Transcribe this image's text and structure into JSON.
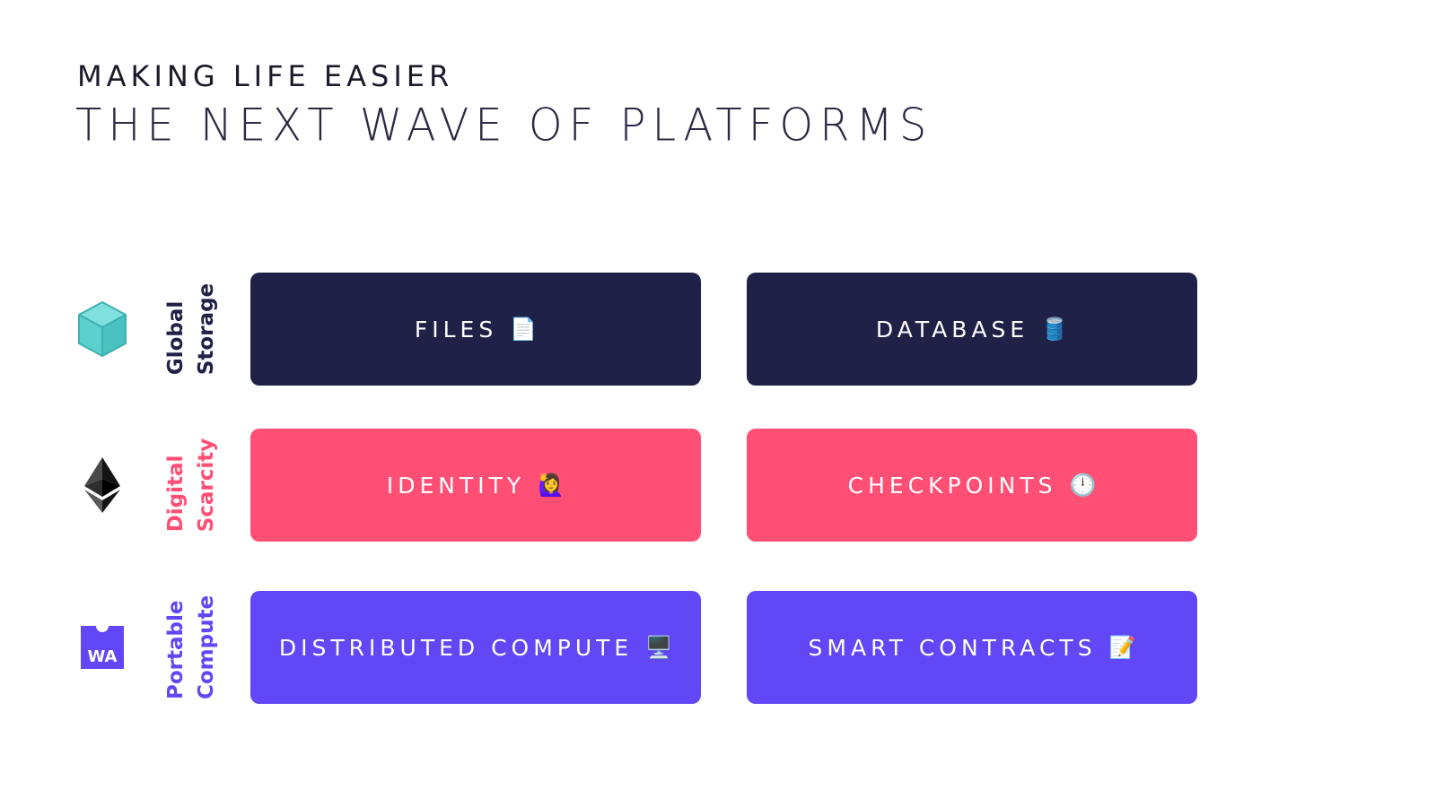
{
  "header": {
    "kicker": "MAKING LIFE EASIER",
    "title": "THE NEXT WAVE OF PLATFORMS"
  },
  "colors": {
    "storage": "#202147",
    "scarcity": "#ff4f74",
    "compute": "#6147f5",
    "cube_teal": "#5cd0cf"
  },
  "rows": [
    {
      "icon": "cube-icon",
      "label_line1": "Global",
      "label_line2": "Storage",
      "cards": [
        {
          "label": "FILES",
          "emoji": "📄"
        },
        {
          "label": "DATABASE",
          "emoji": "🛢️"
        }
      ]
    },
    {
      "icon": "ethereum-icon",
      "label_line1": "Digital",
      "label_line2": "Scarcity",
      "cards": [
        {
          "label": "IDENTITY",
          "emoji": "🙋‍♀️"
        },
        {
          "label": "CHECKPOINTS",
          "emoji": "🕛"
        }
      ]
    },
    {
      "icon": "webassembly-icon",
      "icon_text": "WA",
      "label_line1": "Portable",
      "label_line2": "Compute",
      "cards": [
        {
          "label": "DISTRIBUTED COMPUTE",
          "emoji": "🖥️"
        },
        {
          "label": "SMART CONTRACTS",
          "emoji": "📝"
        }
      ]
    }
  ]
}
